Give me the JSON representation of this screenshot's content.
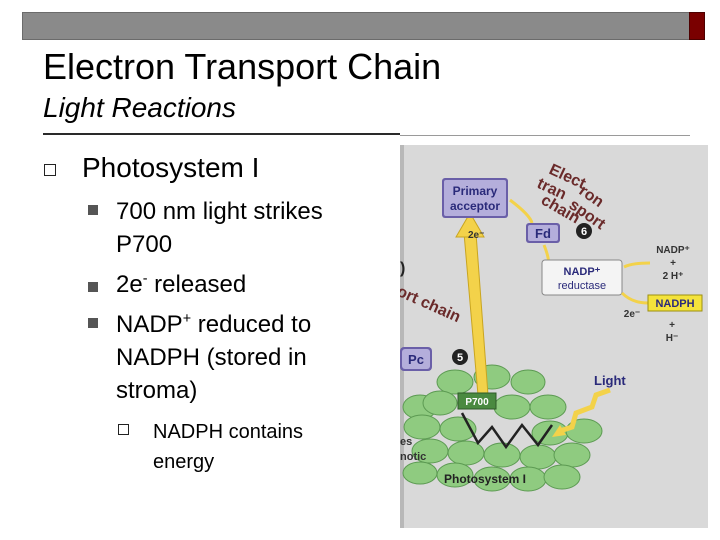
{
  "slide": {
    "title": "Electron Transport Chain",
    "subtitle": "Light Reactions"
  },
  "bullets": {
    "level1": "Photosystem I",
    "item1": {
      "line1": "700 nm light strikes",
      "line2": "P700"
    },
    "item2": {
      "main": "2e",
      "sup": "-",
      "rest": " released"
    },
    "item3": {
      "main": "NADP",
      "sup": "+",
      "rest": " reduced to",
      "line2": "NADPH (stored in",
      "line3": "stroma)"
    },
    "sub": {
      "line1": "NADPH contains",
      "line2": "energy"
    }
  },
  "figure": {
    "primary_acceptor": {
      "line1": "Primary",
      "line2": "acceptor"
    },
    "etc_label": {
      "l1": "Elect",
      "l1b": "ron",
      "l2": "tran",
      "l2b": "sport",
      "l3": "chain"
    },
    "two_e_1": "2e⁻",
    "fd": "Fd",
    "step6": "6",
    "nadp_in": "NADP⁺",
    "plus1": "+",
    "two_h": "2 H⁺",
    "reductase": {
      "line1": "NADP⁺",
      "line2": "reductase"
    },
    "nadph": "NADPH",
    "two_e_2": "2e⁻",
    "plus2": "+",
    "h_out": "H⁻",
    "partial_paren": ")",
    "ort_chain": "ort chain",
    "pc": "Pc",
    "step5": "5",
    "p700": "P700",
    "light": "Light",
    "side1": "es",
    "side2": "notic",
    "photosystem": "Photosystem I"
  },
  "colors": {
    "top_bar": "#8a8a8a",
    "corner": "#7a0000",
    "figure_bg": "#d9d9d9",
    "box_purple": "#6a5fa8",
    "label_blue": "#2a2a7a",
    "arrow_yellow": "#f3d24a",
    "chlorophyll_green": "#8fcb80",
    "nadph_yellow": "#f4e33b",
    "maroon": "#6a2a2a"
  }
}
